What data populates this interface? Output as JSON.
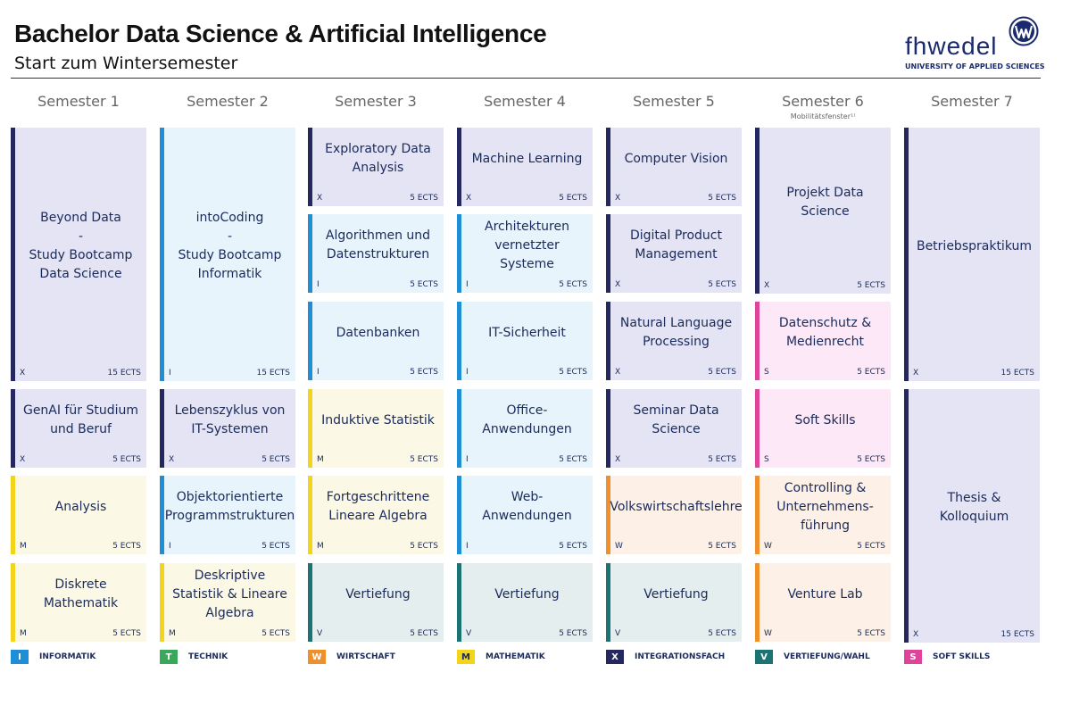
{
  "header": {
    "title": "Bachelor Data Science & Artificial Intelligence",
    "subtitle": "Start zum Wintersemester",
    "logo_word": "fhwedel",
    "logo_tag": "UNIVERSITY OF APPLIED SCIENCES"
  },
  "colors": {
    "I": {
      "bar": "#1e8fd6",
      "bg": "#e8f4fc"
    },
    "T": {
      "bar": "#3aa85a",
      "bg": "#eaf6ee"
    },
    "W": {
      "bar": "#f0902a",
      "bg": "#fdf0e6"
    },
    "M": {
      "bar": "#f2d51a",
      "bg": "#fcf8e6"
    },
    "X": {
      "bar": "#24285e",
      "bg": "#e4e4f4"
    },
    "V": {
      "bar": "#1a7474",
      "bg": "#e4eeee"
    },
    "S": {
      "bar": "#e0449a",
      "bg": "#fce8f6"
    }
  },
  "semesters": [
    {
      "label": "Semester 1",
      "note": ""
    },
    {
      "label": "Semester 2",
      "note": ""
    },
    {
      "label": "Semester 3",
      "note": ""
    },
    {
      "label": "Semester 4",
      "note": ""
    },
    {
      "label": "Semester 5",
      "note": ""
    },
    {
      "label": "Semester 6",
      "note": "Mobilitätsfenster¹⁾"
    },
    {
      "label": "Semester 7",
      "note": ""
    }
  ],
  "modules": [
    {
      "col": 0,
      "row": 0,
      "span": 3,
      "name": "Beyond Data\n-\nStudy Bootcamp\nData Science",
      "code": "X",
      "ects": "15 ECTS"
    },
    {
      "col": 0,
      "row": 3,
      "span": 1,
      "name": "GenAI für Studium und Beruf",
      "code": "X",
      "ects": "5 ECTS"
    },
    {
      "col": 0,
      "row": 4,
      "span": 1,
      "name": "Analysis",
      "code": "M",
      "ects": "5 ECTS"
    },
    {
      "col": 0,
      "row": 5,
      "span": 1,
      "name": "Diskrete Mathematik",
      "code": "M",
      "ects": "5 ECTS"
    },
    {
      "col": 1,
      "row": 0,
      "span": 3,
      "name": "intoCoding\n-\nStudy Bootcamp\nInformatik",
      "code": "I",
      "ects": "15 ECTS"
    },
    {
      "col": 1,
      "row": 3,
      "span": 1,
      "name": "Lebenszyklus von IT-Systemen",
      "code": "X",
      "ects": "5 ECTS"
    },
    {
      "col": 1,
      "row": 4,
      "span": 1,
      "name": "Objektorientierte Programmstrukturen",
      "code": "I",
      "ects": "5 ECTS"
    },
    {
      "col": 1,
      "row": 5,
      "span": 1,
      "name": "Deskriptive Statistik & Lineare Algebra",
      "code": "M",
      "ects": "5 ECTS"
    },
    {
      "col": 2,
      "row": 0,
      "span": 1,
      "name": "Exploratory Data Analysis",
      "code": "X",
      "ects": "5 ECTS"
    },
    {
      "col": 2,
      "row": 1,
      "span": 1,
      "name": "Algorithmen und Datenstrukturen",
      "code": "I",
      "ects": "5 ECTS"
    },
    {
      "col": 2,
      "row": 2,
      "span": 1,
      "name": "Datenbanken",
      "code": "I",
      "ects": "5 ECTS"
    },
    {
      "col": 2,
      "row": 3,
      "span": 1,
      "name": "Induktive Statistik",
      "code": "M",
      "ects": "5 ECTS"
    },
    {
      "col": 2,
      "row": 4,
      "span": 1,
      "name": "Fortgeschrittene Lineare Algebra",
      "code": "M",
      "ects": "5 ECTS"
    },
    {
      "col": 2,
      "row": 5,
      "span": 1,
      "name": "Vertiefung",
      "code": "V",
      "ects": "5 ECTS"
    },
    {
      "col": 3,
      "row": 0,
      "span": 1,
      "name": "Machine Learning",
      "code": "X",
      "ects": "5 ECTS"
    },
    {
      "col": 3,
      "row": 1,
      "span": 1,
      "name": "Architekturen vernetzter Systeme",
      "code": "I",
      "ects": "5 ECTS"
    },
    {
      "col": 3,
      "row": 2,
      "span": 1,
      "name": "IT-Sicherheit",
      "code": "I",
      "ects": "5 ECTS"
    },
    {
      "col": 3,
      "row": 3,
      "span": 1,
      "name": "Office-Anwendungen",
      "code": "I",
      "ects": "5 ECTS"
    },
    {
      "col": 3,
      "row": 4,
      "span": 1,
      "name": "Web-Anwendungen",
      "code": "I",
      "ects": "5 ECTS"
    },
    {
      "col": 3,
      "row": 5,
      "span": 1,
      "name": "Vertiefung",
      "code": "V",
      "ects": "5 ECTS"
    },
    {
      "col": 4,
      "row": 0,
      "span": 1,
      "name": "Computer Vision",
      "code": "X",
      "ects": "5 ECTS"
    },
    {
      "col": 4,
      "row": 1,
      "span": 1,
      "name": "Digital Product Management",
      "code": "X",
      "ects": "5 ECTS"
    },
    {
      "col": 4,
      "row": 2,
      "span": 1,
      "name": "Natural Language Processing",
      "code": "X",
      "ects": "5 ECTS"
    },
    {
      "col": 4,
      "row": 3,
      "span": 1,
      "name": "Seminar Data Science",
      "code": "X",
      "ects": "5 ECTS"
    },
    {
      "col": 4,
      "row": 4,
      "span": 1,
      "name": "Volkswirtschaftslehre",
      "code": "W",
      "ects": "5 ECTS"
    },
    {
      "col": 4,
      "row": 5,
      "span": 1,
      "name": "Vertiefung",
      "code": "V",
      "ects": "5 ECTS"
    },
    {
      "col": 5,
      "row": 0,
      "span": 2,
      "name": "Projekt Data Science",
      "code": "X",
      "ects": "5 ECTS"
    },
    {
      "col": 5,
      "row": 2,
      "span": 1,
      "name": "Datenschutz & Medienrecht",
      "code": "S",
      "ects": "5 ECTS"
    },
    {
      "col": 5,
      "row": 3,
      "span": 1,
      "name": "Soft Skills",
      "code": "S",
      "ects": "5 ECTS"
    },
    {
      "col": 5,
      "row": 4,
      "span": 1,
      "name": "Controlling & Unternehmens-führung",
      "code": "W",
      "ects": "5 ECTS"
    },
    {
      "col": 5,
      "row": 5,
      "span": 1,
      "name": "Venture Lab",
      "code": "W",
      "ects": "5 ECTS"
    },
    {
      "col": 6,
      "row": 0,
      "span": 3,
      "name": "Betriebspraktikum",
      "code": "X",
      "ects": "15 ECTS"
    },
    {
      "col": 6,
      "row": 3,
      "span": 3,
      "name": "Thesis & Kolloquium",
      "code": "X",
      "ects": "15 ECTS"
    }
  ],
  "legend": [
    {
      "code": "I",
      "label": "INFORMATIK"
    },
    {
      "code": "T",
      "label": "TECHNIK"
    },
    {
      "code": "W",
      "label": "WIRTSCHAFT"
    },
    {
      "code": "M",
      "label": "MATHEMATIK"
    },
    {
      "code": "X",
      "label": "INTEGRATIONSFACH"
    },
    {
      "code": "V",
      "label": "VERTIEFUNG/WAHL"
    },
    {
      "code": "S",
      "label": "SOFT SKILLS"
    }
  ]
}
